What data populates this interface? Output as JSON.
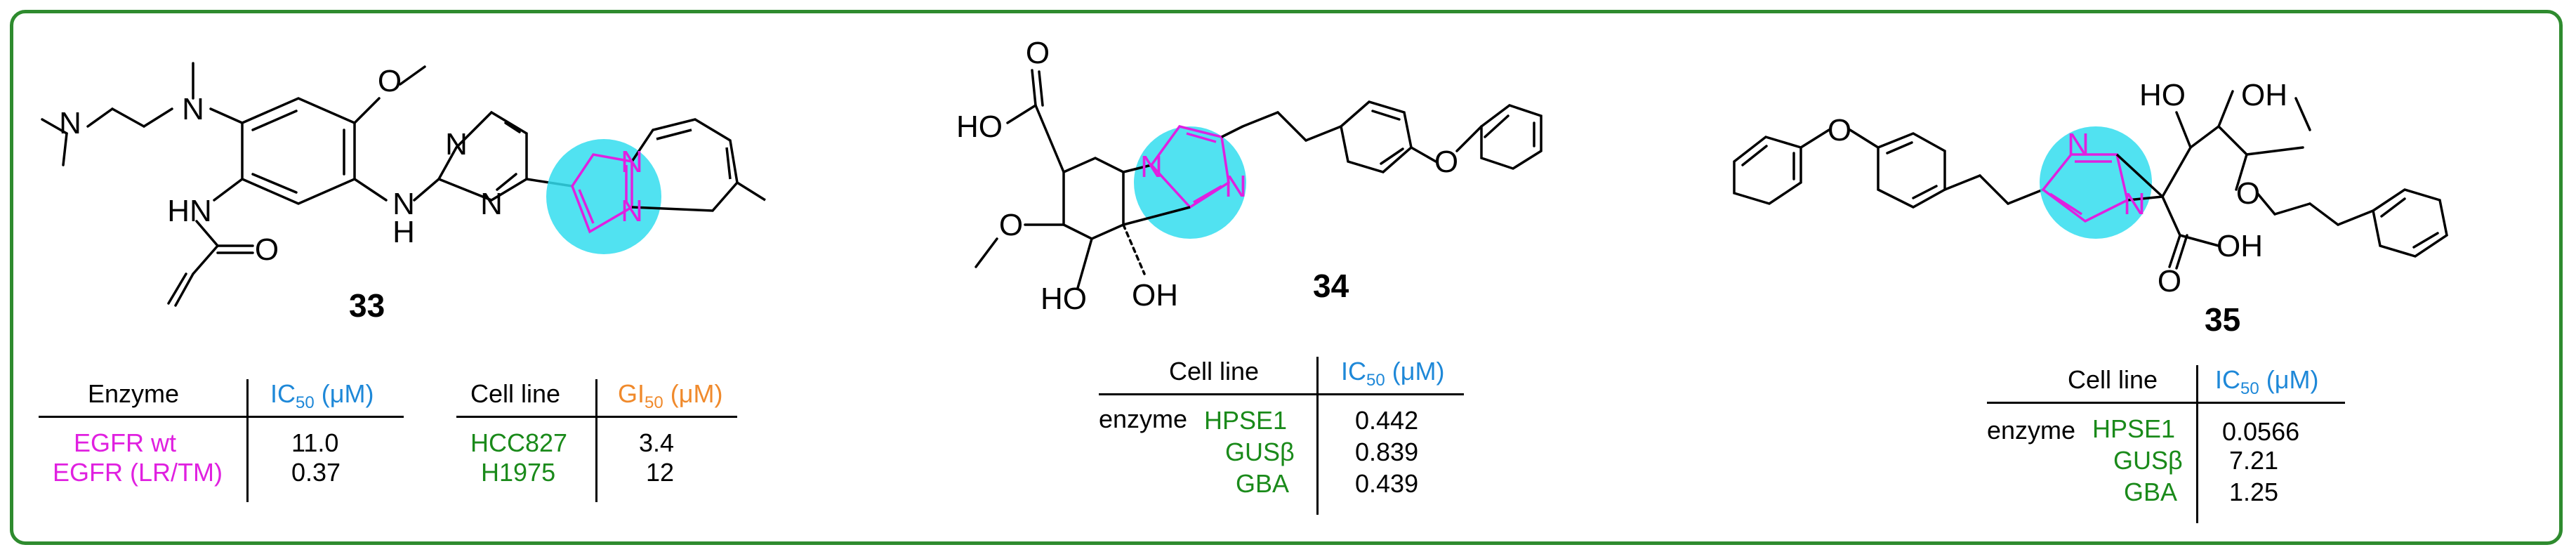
{
  "colors": {
    "frame": "#2e8b2e",
    "highlight": "#33ddee",
    "ring_atoms": "#e020e0",
    "header_blue": "#1e88d8",
    "header_orange": "#f08a2c",
    "green_text": "#1a8a1a"
  },
  "compound_33": {
    "label": "33",
    "atoms": {
      "n1": "N",
      "n2": "N",
      "hn1": "HN",
      "o1": "O",
      "o2": "O",
      "n_pyr1": "N",
      "n_pyr2": "N",
      "hn2": "N",
      "h2": "H",
      "n_imid1": "N",
      "n_imid2": "N"
    },
    "table_enzyme": {
      "col1_header": "Enzyme",
      "col2_header_main": "IC",
      "col2_header_sub": "50",
      "col2_header_unit": "(μM)",
      "rows": [
        {
          "name": "EGFR wt",
          "value": "11.0"
        },
        {
          "name": "EGFR (LR/TM)",
          "value": "0.37"
        }
      ]
    },
    "table_cell": {
      "col1_header": "Cell line",
      "col2_header_main": "GI",
      "col2_header_sub": "50",
      "col2_header_unit": "(μM)",
      "rows": [
        {
          "name": "HCC827",
          "value": "3.4"
        },
        {
          "name": "H1975",
          "value": "12"
        }
      ]
    }
  },
  "compound_34": {
    "label": "34",
    "atoms": {
      "ho1": "HO",
      "o1": "O",
      "o_me": "O",
      "o_ph": "O",
      "n1": "N",
      "n2": "N",
      "ho2": "HO",
      "oh3": "OH"
    },
    "table": {
      "col1_header": "Cell line",
      "col2_header_main": "IC",
      "col2_header_sub": "50",
      "col2_header_unit": "(μM)",
      "row_prefix": "enzyme",
      "rows": [
        {
          "name": "HPSE1",
          "value": "0.442"
        },
        {
          "name": "GUSβ",
          "value": "0.839"
        },
        {
          "name": "GBA",
          "value": "0.439"
        }
      ]
    }
  },
  "compound_35": {
    "label": "35",
    "atoms": {
      "ho1": "HO",
      "oh1": "OH",
      "o_ph1": "O",
      "o_chain": "O",
      "n1": "N",
      "n2": "N",
      "o_acid": "O",
      "oh_acid": "OH"
    },
    "table": {
      "col1_header": "Cell line",
      "col2_header_main": "IC",
      "col2_header_sub": "50",
      "col2_header_unit": "(μM)",
      "row_prefix": "enzyme",
      "rows": [
        {
          "name": "HPSE1",
          "value": "0.0566"
        },
        {
          "name": "GUSβ",
          "value": "7.21"
        },
        {
          "name": "GBA",
          "value": "1.25"
        }
      ]
    }
  }
}
